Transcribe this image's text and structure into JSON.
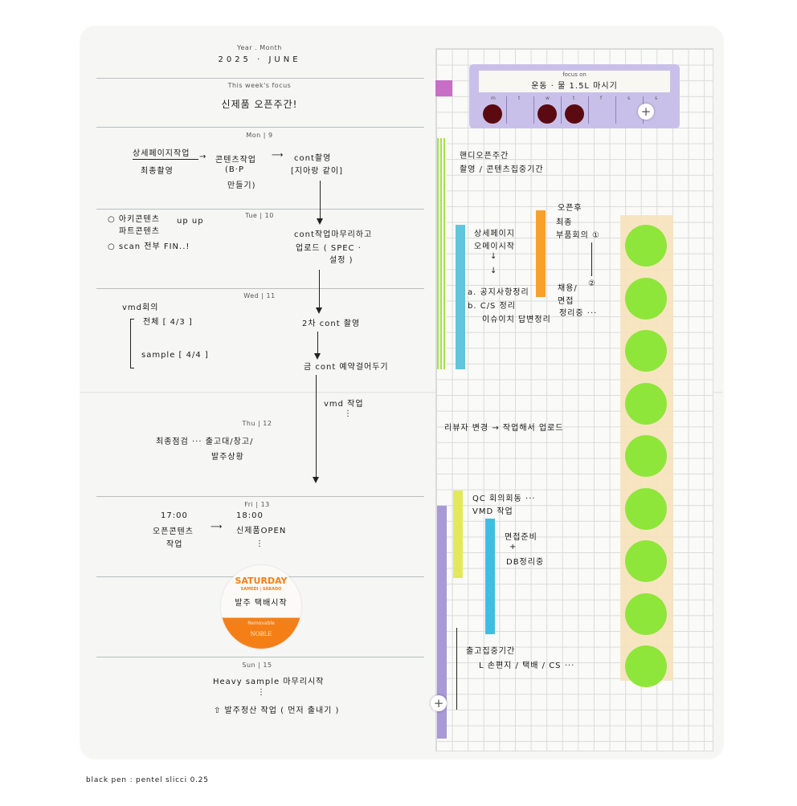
{
  "header": {
    "year_month_label": "Year . Month",
    "year_month": "2025 · JUNE",
    "focus_label": "This week's focus",
    "focus": "신제품 오픈주간!"
  },
  "days": {
    "mon": {
      "label": "Mon | 9",
      "n1": "상세페이지작업",
      "n2": "최종촬영",
      "n3": "콘텐츠작업",
      "n4": "(B·P",
      "n5": "만들기)",
      "n6": "cont촬영",
      "n7": "[지아랑 같이]"
    },
    "tue": {
      "label": "Tue | 10",
      "n1": "○ 아키콘텐츠",
      "n2": "파트콘텐츠",
      "n3": "up up",
      "n4": "○ scan 전부 FIN..!",
      "n5": "cont작업마무리하고",
      "n6": "업로드 ( SPEC ·",
      "n7": "설정 )"
    },
    "wed": {
      "label": "Wed | 11",
      "n1": "vmd회의",
      "n2": "전체 [ 4/3 ]",
      "n3": "sample [ 4/4 ]",
      "n4": "2차 cont 촬영",
      "n5": "금 cont 예약걸어두기",
      "n6": "vmd 작업",
      "n7": "⋮"
    },
    "thu": {
      "label": "Thu | 12",
      "n1": "최종점검 ··· 출고대/창고/",
      "n2": "발주상황"
    },
    "fri": {
      "label": "Fri | 13",
      "n1": "17:00",
      "n2": "오픈콘텐츠",
      "n3": "작업",
      "n4": "18:00",
      "n5": "신제품OPEN",
      "n6": "⋮"
    },
    "sat": {
      "title": "SATURDAY",
      "sub": "SAMEDI | SÁBADO",
      "note": "발주 택배시작",
      "removable": "Removable",
      "brand": "NOBLE"
    },
    "sun": {
      "label": "Sun | 15",
      "n1": "Heavy sample 마무리시작",
      "n2": "⋮",
      "n3": "⇧ 발주정산 작업 ( 먼저 출내기 )"
    }
  },
  "habit": {
    "label": "focus on",
    "goal": "운동 · 물 1.5L 마시기",
    "days": [
      "m",
      "t",
      "w",
      "t",
      "f",
      "s",
      "s"
    ],
    "done": [
      true,
      false,
      true,
      true,
      false,
      false,
      false
    ]
  },
  "right_notes": {
    "r1": "핸디오픈주간",
    "r2": "촬영 / 콘텐츠집중기간",
    "r3": "상세페이지",
    "r4": "오메이시작",
    "r5": "a. 공지사항정리",
    "r6": "b. C/S 정리",
    "r7": "이슈이치 답변정리",
    "r8": "오픈후",
    "r9": "최종",
    "r10": "부품회의 ①",
    "r11": "②",
    "r12": "채용/",
    "r13": "면접",
    "r14": "정리중 ···",
    "r15": "리뷰자 변경 → 작업해서 업로드",
    "r16": "QC 회의회동 ···",
    "r17": "VMD 작업",
    "r18": "면접준비",
    "r19": "+",
    "r20": "DB정리중",
    "r21": "출고집중기간",
    "r22": "L 손편지 / 택배 / CS ···"
  },
  "sticker_dots": {
    "count": 9
  },
  "caption": "black pen : pentel slicci 0.25",
  "colors": {
    "lime": "#a8e04a",
    "cyan": "#5fc6dc",
    "orange": "#f7a12a",
    "purple": "#a99ad6",
    "yellow": "#e3ea5a",
    "magenta": "#c76fc6",
    "green_dot": "#8fe63a",
    "habit_card": "#c9c0ea",
    "red_dot": "#5a0a10",
    "tape": "#f6e2bb"
  }
}
